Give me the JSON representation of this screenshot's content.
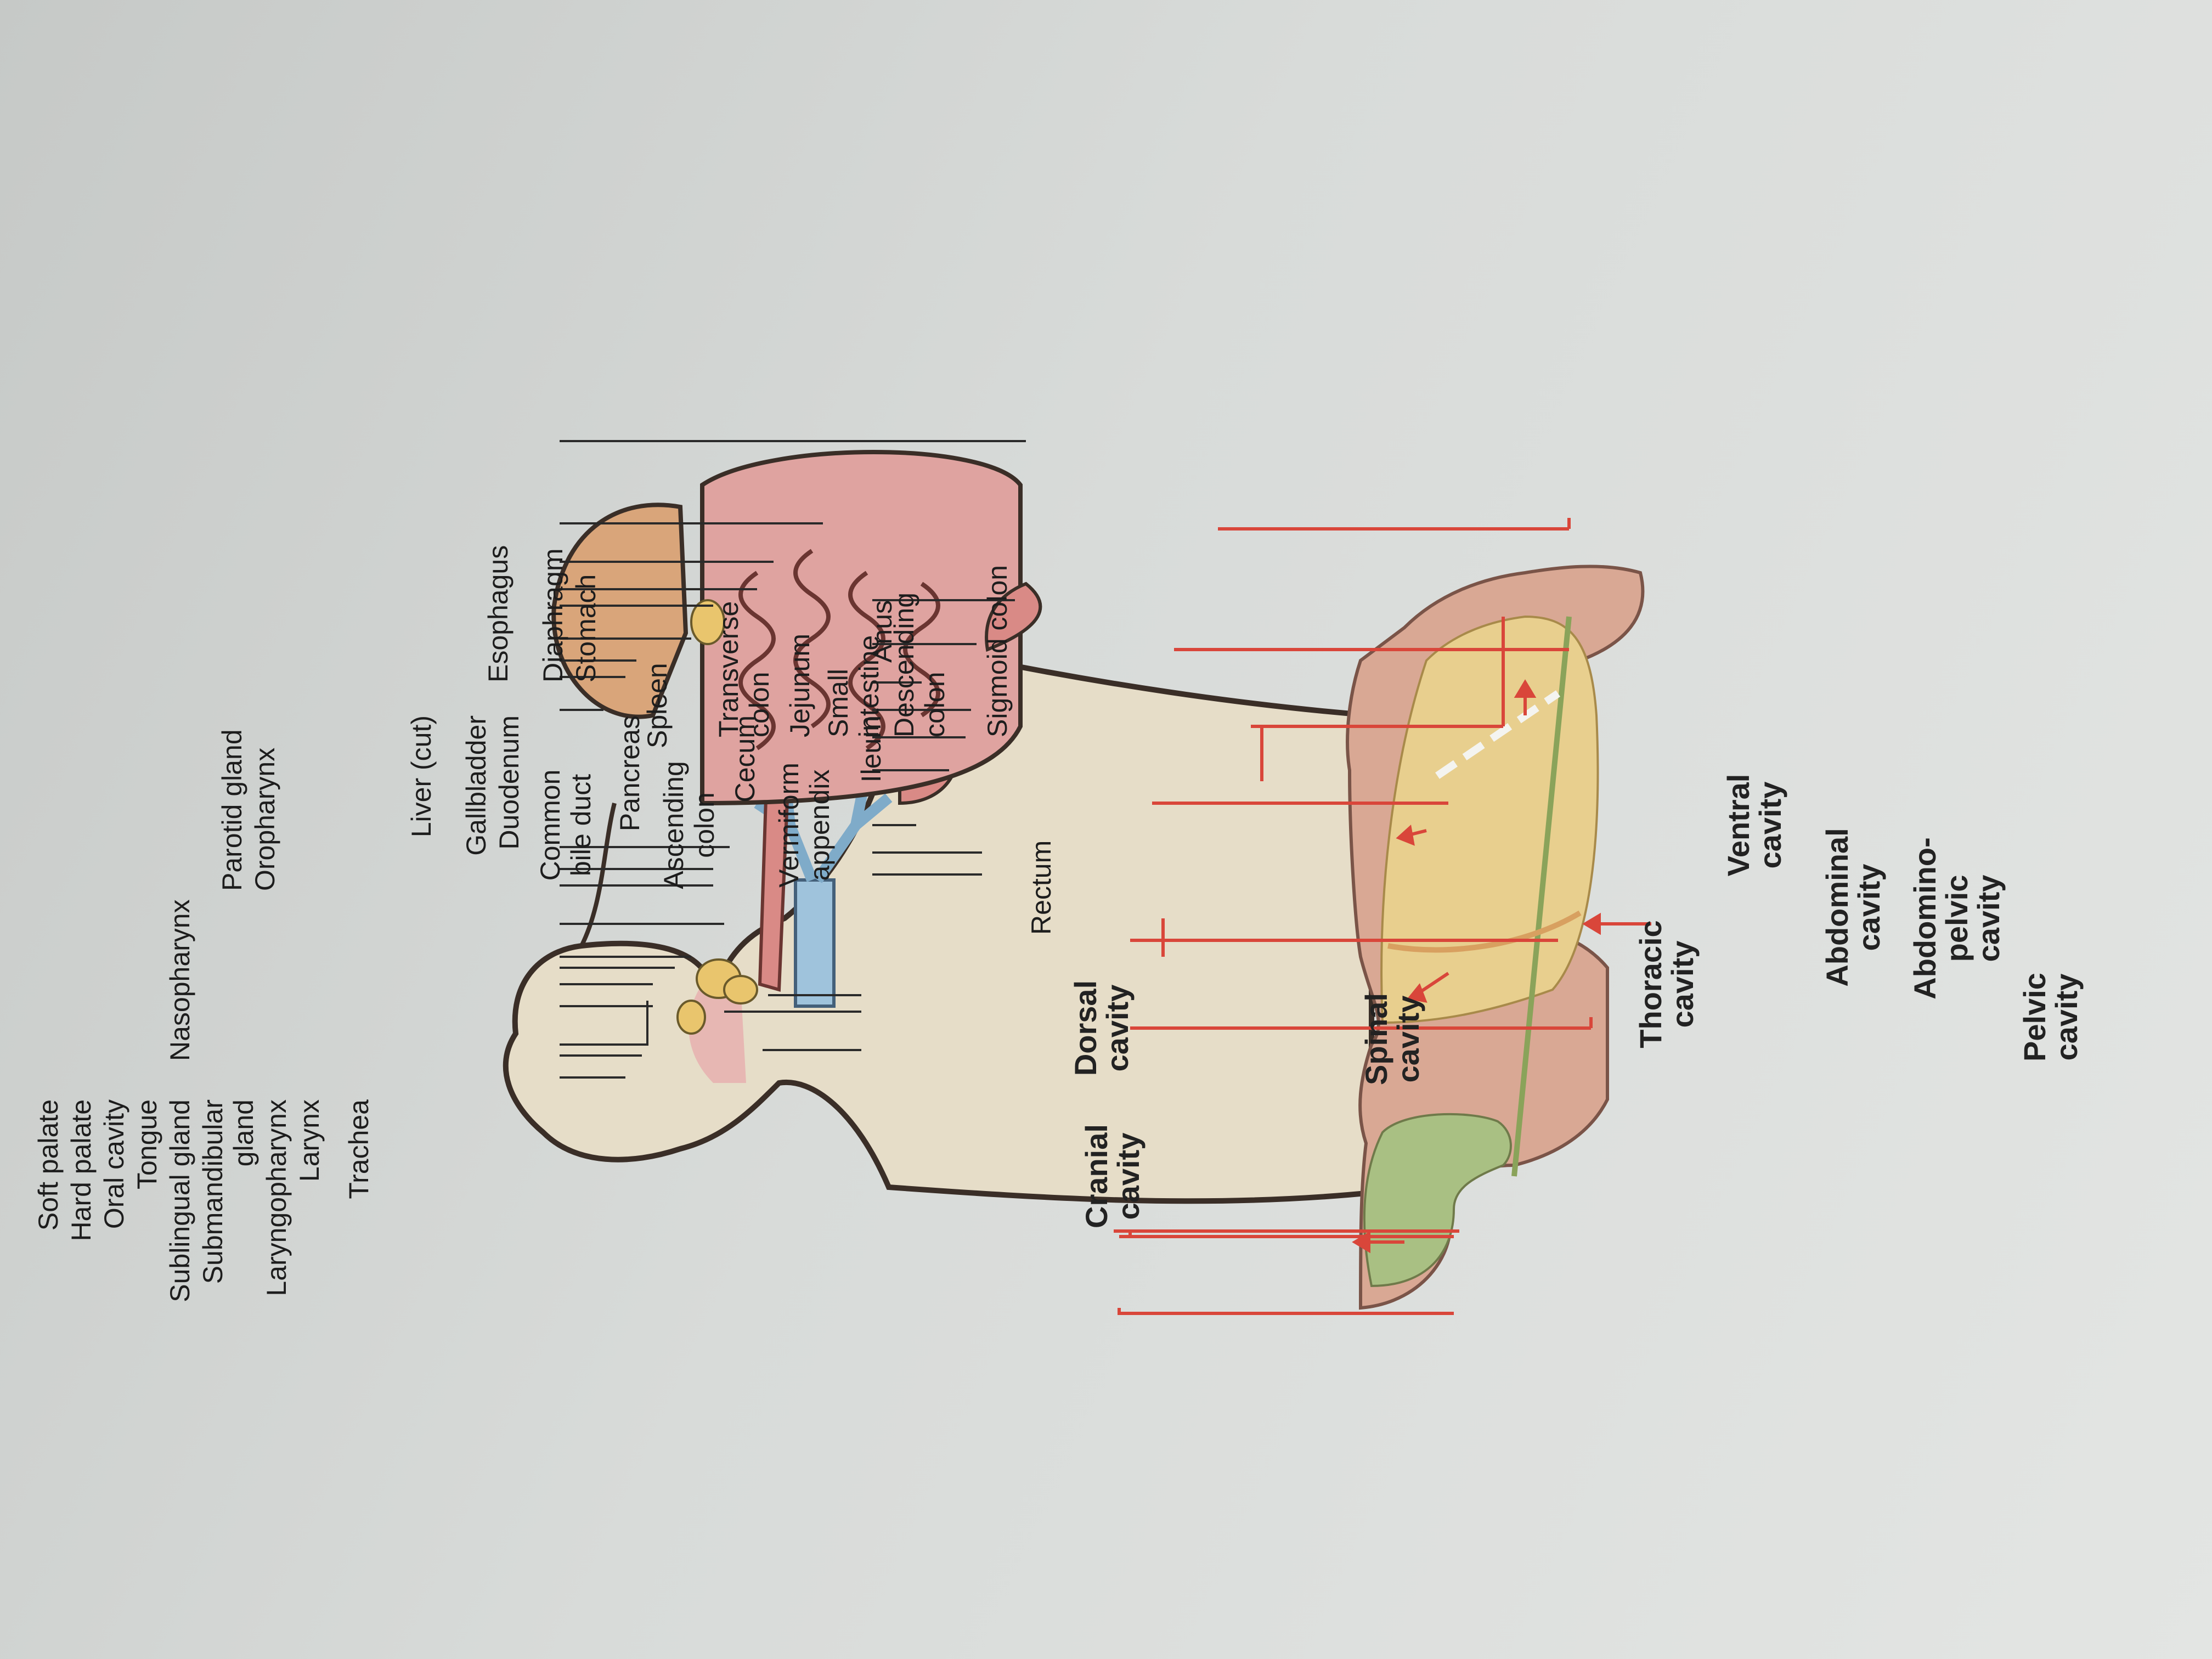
{
  "digestive": {
    "left_labels": [
      "Soft palate",
      "Hard palate",
      "Oral cavity",
      "Tongue",
      "Sublingual gland",
      "Submandibular",
      "gland",
      "Laryngopharynx",
      "Larynx",
      "Trachea",
      "Liver (cut)",
      "Gallbladder",
      "Duodenum",
      "Common",
      "bile duct",
      "Pancreas",
      "Ascending",
      "colon",
      "Cecum",
      "Vermiform",
      "appendix",
      "Ileum",
      "Anus"
    ],
    "right_labels": [
      "Nasopharynx",
      "Parotid gland",
      "Oropharynx",
      "Esophagus",
      "Diaphragm",
      "Stomach",
      "Spleen",
      "Transverse",
      "colon",
      "Jejunum",
      "Small",
      "intestine",
      "Descending",
      "colon",
      "Sigmoid colon",
      "Rectum"
    ]
  },
  "cavities": {
    "cranial": [
      "Cranial",
      "cavity"
    ],
    "dorsal": [
      "Dorsal",
      "cavity"
    ],
    "spinal": [
      "Spinal",
      "cavity"
    ],
    "thoracic": [
      "Thoracic",
      "cavity"
    ],
    "abdominal": [
      "Abdominal",
      "cavity"
    ],
    "abdominopelvic": [
      "Abdomino-",
      "pelvic",
      "cavity"
    ],
    "pelvic": [
      "Pelvic",
      "cavity"
    ],
    "ventral": [
      "Ventral",
      "cavity"
    ]
  },
  "colors": {
    "bracket": "#d9463a",
    "skin": "#e6ddc8",
    "organ": "#d98a86",
    "liver": "#d9a57a",
    "airway": "#9fc3dc",
    "gland": "#e9c56d",
    "cranial_fill": "#a9c083",
    "ventral_fill": "#e8cf8e",
    "body_fill": "#d9a894"
  }
}
